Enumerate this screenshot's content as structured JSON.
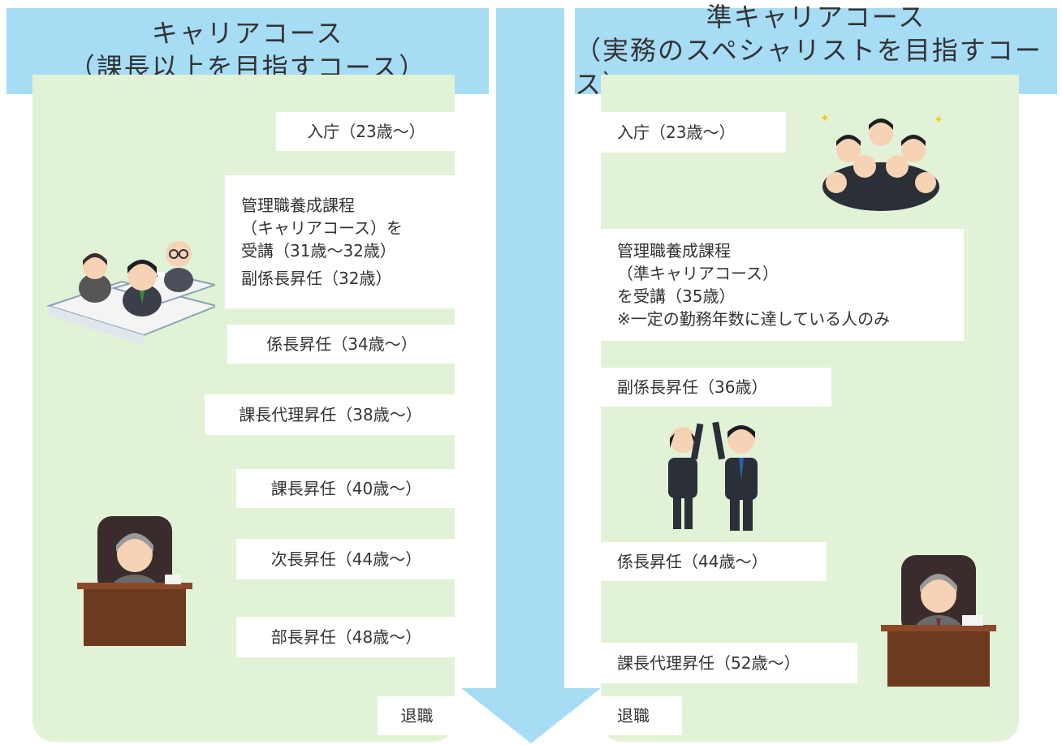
{
  "left": {
    "header": {
      "line1": "キャリアコース",
      "line2": "（課長以上を目指すコース）"
    },
    "steps": {
      "entry": "入庁（23歳〜）",
      "training": [
        "管理職養成課程",
        "（キャリアコース）を",
        "受講（31歳〜32歳）",
        "副係長昇任（32歳）"
      ],
      "kakaricho": "係長昇任（34歳〜）",
      "kachodairi": "課長代理昇任（38歳〜）",
      "kacho": "課長昇任（40歳〜）",
      "jicho": "次長昇任（44歳〜）",
      "bucho": "部長昇任（48歳〜）",
      "retire": "退職"
    }
  },
  "right": {
    "header": {
      "line1": "準キャリアコース",
      "line2": "（実務のスペシャリストを目指すコース）"
    },
    "steps": {
      "entry": "入庁（23歳〜）",
      "training": [
        "管理職養成課程",
        "（準キャリアコース）",
        "を受講（35歳）",
        "※一定の勤務年数に達している人のみ"
      ],
      "fukukakaricho": "副係長昇任（36歳）",
      "kakaricho": "係長昇任（44歳〜）",
      "kachodairi": "課長代理昇任（52歳〜）",
      "retire": "退職"
    }
  },
  "colors": {
    "header": "#a7dcf5",
    "arrow": "#a7dcf5",
    "panel": "#e2f2d6",
    "box": "#ffffff"
  }
}
